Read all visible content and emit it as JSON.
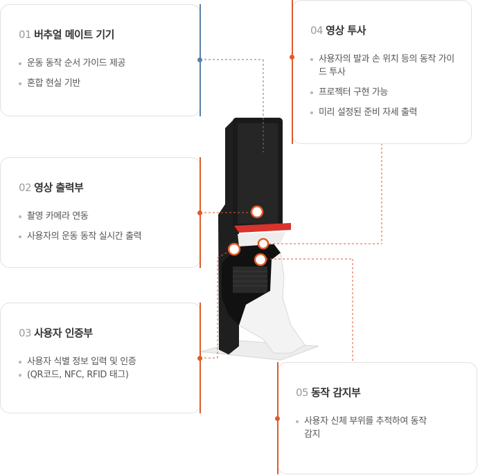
{
  "colors": {
    "blue": "#5b7fa6",
    "orange": "#e05a28",
    "kiosk_red": "#d8332c"
  },
  "cards": [
    {
      "num": "01",
      "title": "버추얼 메이트 기기",
      "items": [
        "운동 동작 순서 가이드 제공",
        "혼합 현실 기반"
      ]
    },
    {
      "num": "02",
      "title": "영상 출력부",
      "items": [
        "촬영 카메라 연동",
        "사용자의 운동 동작 실시간 출력"
      ]
    },
    {
      "num": "03",
      "title": "사용자 인증부",
      "items": [
        "사용자 식별 정보 입력 및 인증",
        "(QR코드, NFC, RFID 태그)"
      ]
    },
    {
      "num": "04",
      "title": "영상 투사",
      "items": [
        "사용자의 발과 손 위치 등의 동작 가이드 투사",
        "프로젝터 구현 가능",
        "미리 설정된 준비 자세 출력"
      ]
    },
    {
      "num": "05",
      "title": "동작 감지부",
      "items": [
        "사용자 신체 부위를 추적하여 동작 감지"
      ]
    }
  ]
}
